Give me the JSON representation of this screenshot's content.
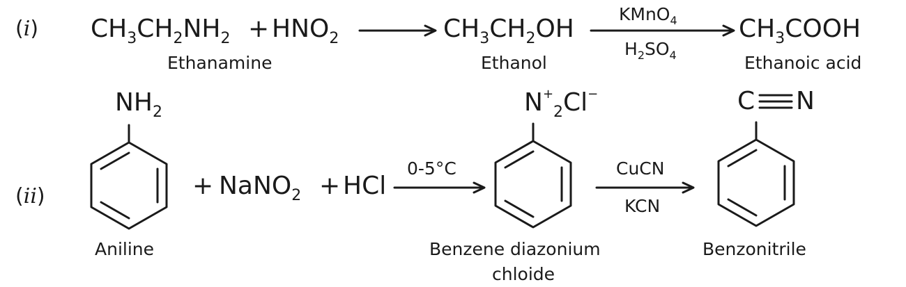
{
  "reaction_i": {
    "marker": "i",
    "reactant1": "CH3CH2NH2",
    "plus": "+",
    "reactant2": "HNO2",
    "intermediate": "CH3CH2OH",
    "reagent_top": "KMnO4",
    "reagent_bottom": "H2SO4",
    "product": "CH3COOH",
    "label_reactant": "Ethanamine",
    "label_intermediate": "Ethanol",
    "label_product": "Ethanoic acid"
  },
  "reaction_ii": {
    "marker": "ii",
    "aniline_group": "NH2",
    "plus1": "+",
    "reagent1": "NaNO2",
    "plus2": "+",
    "reagent2": "HCl",
    "condition": "0-5°C",
    "diazonium_group": "N2+Cl−",
    "reagent_top": "CuCN",
    "reagent_bottom": "KCN",
    "nitrile_c": "C",
    "nitrile_n": "N",
    "label_aniline": "Aniline",
    "label_diazonium_line1": "Benzene diazonium",
    "label_diazonium_line2": "chloide",
    "label_nitrile": "Benzonitrile"
  }
}
